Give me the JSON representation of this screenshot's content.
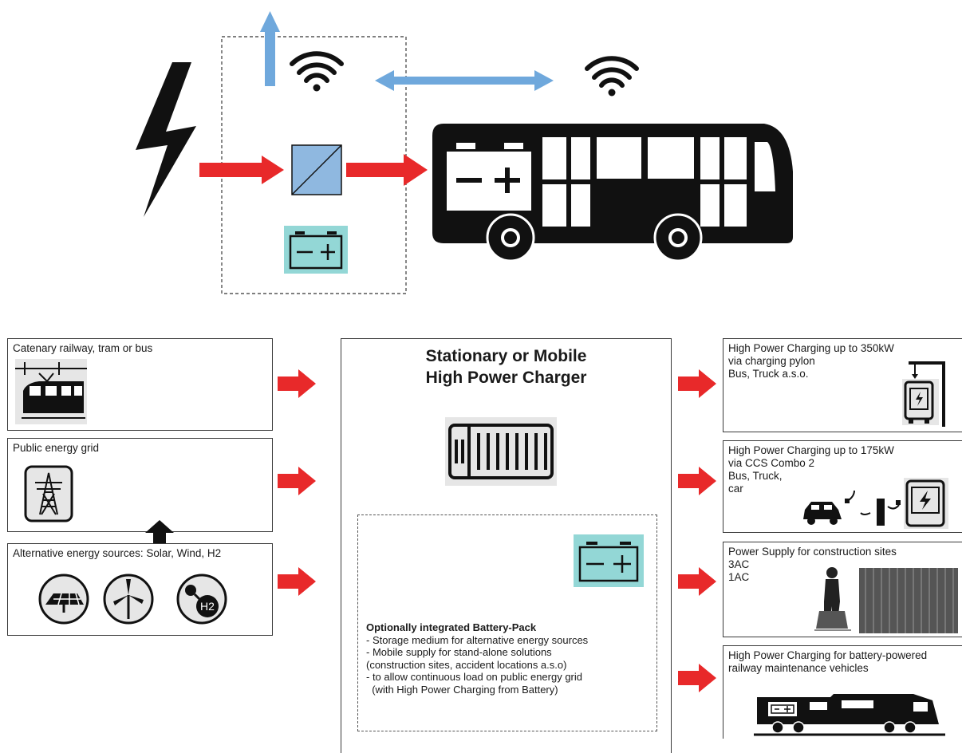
{
  "colors": {
    "arrow_red": "#e8292a",
    "arrow_blue": "#6fa8dc",
    "converter_blue": "#8fb8e0",
    "battery_teal": "#93d7d6",
    "ink": "#111111"
  },
  "sources": [
    {
      "label": "Catenary railway, tram or bus",
      "icon": "train-icon"
    },
    {
      "label": "Public energy grid",
      "icon": "power-pylon-icon"
    },
    {
      "label": "Alternative energy sources: Solar, Wind, H2",
      "icons": [
        "solar-panel-icon",
        "wind-turbine-icon",
        "hydrogen-icon"
      ],
      "h2_label": "H2"
    }
  ],
  "charger": {
    "title_line1": "Stationary or Mobile",
    "title_line2": "High Power Charger",
    "icon": "container-icon",
    "battery_pack": {
      "title": "Optionally integrated Battery-Pack",
      "lines": [
        "- Storage medium for alternative energy sources",
        "- Mobile supply for stand-alone solutions",
        "(construction sites, accident locations a.s.o)",
        "- to allow continuous load on public energy grid",
        "  (with High Power Charging from Battery)"
      ]
    }
  },
  "outputs": [
    {
      "text": "High Power Charging up to 350kW\nvia charging pylon\nBus, Truck a.s.o.",
      "icon": "bus-charging-pylon-icon"
    },
    {
      "text": "High Power Charging up to 175kW\nvia CCS Combo 2\nBus, Truck,\ncar",
      "icon": "car-bus-charging-icon"
    },
    {
      "text": "Power Supply for construction sites\n3AC\n1AC",
      "icon": "worker-container-icon"
    },
    {
      "text": "High Power Charging for battery-powered\nrailway maintenance vehicles",
      "icon": "railway-vehicle-icon"
    }
  ],
  "top_diagram": {
    "icons": [
      "lightning-icon",
      "converter-icon",
      "battery-icon",
      "wifi-icon",
      "bus-icon"
    ]
  }
}
